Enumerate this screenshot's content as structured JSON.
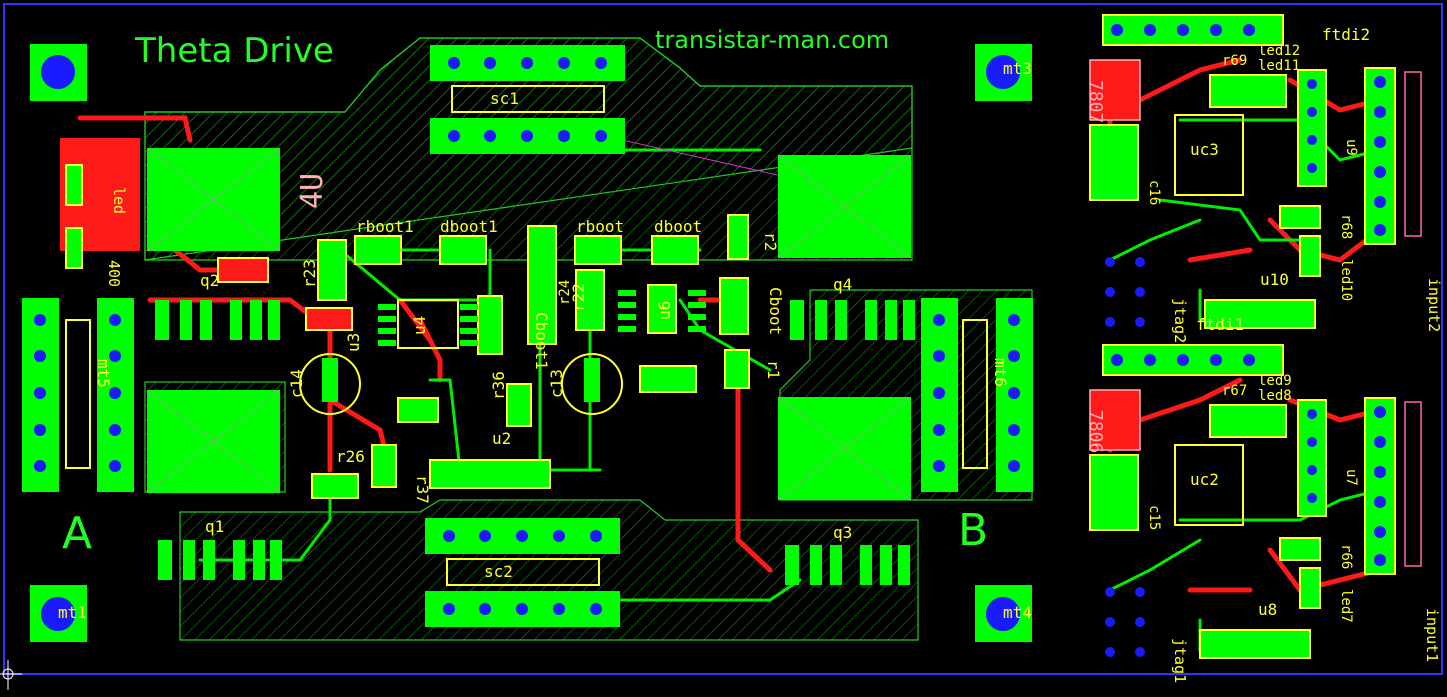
{
  "board": {
    "title": "Theta Drive",
    "site": "transistar-man.com",
    "phase_a": "A",
    "phase_b": "B",
    "pink_4u": "4U"
  },
  "colors": {
    "background": "#000000",
    "copper_top": "#00ff00",
    "copper_bottom": "#ff1a1a",
    "silkscreen": "#ffff33",
    "drill": "#1a1aff",
    "outline": "#3333ff"
  },
  "labels": {
    "mt1": "mt1",
    "mt3": "mt3",
    "mt4": "mt4",
    "mt5": "mt5",
    "mt6": "mt6",
    "sc1": "sc1",
    "sc2": "sc2",
    "led": "led",
    "r400": "400",
    "q1": "q1",
    "q2": "q2",
    "q3": "q3",
    "q4": "q4",
    "r23": "r23",
    "rboot1": "rboot1",
    "dboot1": "dboot1",
    "rboot": "rboot",
    "dboot": "dboot",
    "r2": "r2",
    "cboot": "Cboot",
    "cboot1": "Cboot1",
    "r22": "r22",
    "r24": "r24",
    "u3": "u3",
    "u4": "u4",
    "u2": "u2",
    "u6": "u6",
    "c14": "c14",
    "c13": "c13",
    "r36": "r36",
    "r26": "r26",
    "r37": "r37",
    "r1": "r1",
    "ftdi2": "ftdi2",
    "ftdi1": "ftdi1",
    "r69": "r69",
    "led12": "led12",
    "led11": "led11",
    "r67": "r67",
    "led9": "led9",
    "led8": "led8",
    "uc3": "uc3",
    "uc2": "uc2",
    "c16": "c16",
    "c15": "c15",
    "u9": "u9",
    "u7": "u7",
    "r68": "r68",
    "led10": "led10",
    "u10": "u10",
    "r66": "r66",
    "led7": "led7",
    "u8": "u8",
    "jtag2": "jtag2",
    "jtag1": "jtag1",
    "input2": "input2",
    "input1": "input1",
    "reg7807": "7807",
    "reg7806": "7806"
  }
}
